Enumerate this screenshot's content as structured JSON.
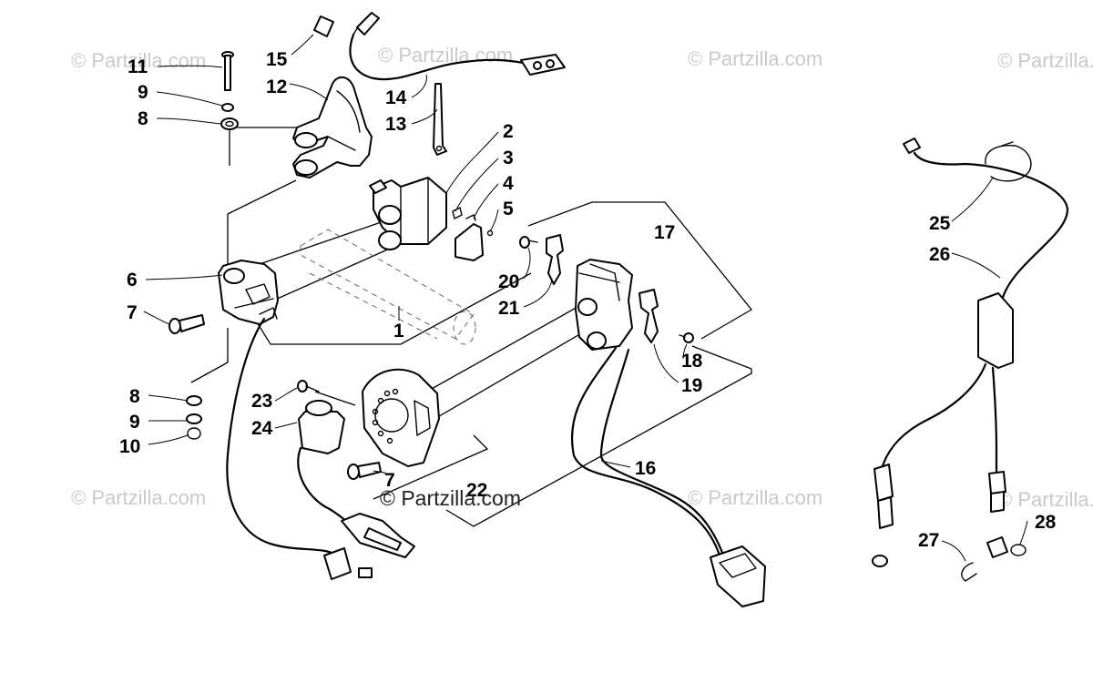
{
  "watermark_text": "© Partzilla.com",
  "brand_mark_text": "© Partzilla.com",
  "callouts": {
    "c1": "1",
    "c2": "2",
    "c3": "3",
    "c4": "4",
    "c5": "5",
    "c6": "6",
    "c7a": "7",
    "c7b": "7",
    "c8a": "8",
    "c8b": "8",
    "c9a": "9",
    "c9b": "9",
    "c10": "10",
    "c11": "11",
    "c12": "12",
    "c13": "13",
    "c14": "14",
    "c15": "15",
    "c16": "16",
    "c17": "17",
    "c18": "18",
    "c19": "19",
    "c20": "20",
    "c21": "21",
    "c22": "22",
    "c23": "23",
    "c24": "24",
    "c25": "25",
    "c26": "26",
    "c27": "27",
    "c28": "28"
  },
  "colors": {
    "line": "#000000",
    "watermark": "#c9c9c9",
    "background": "#ffffff"
  }
}
